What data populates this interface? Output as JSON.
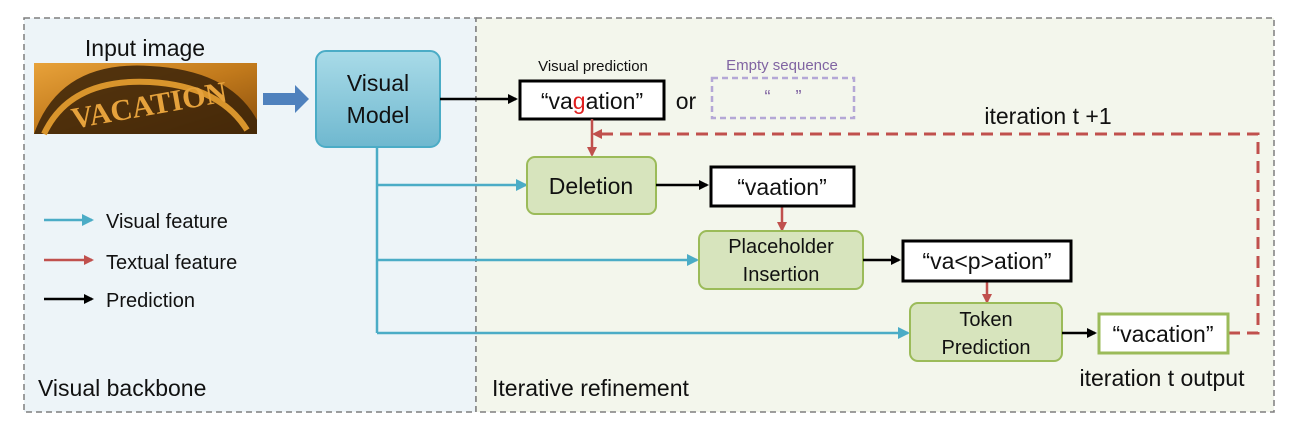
{
  "left_panel": {
    "input_label": "Input image",
    "image_text": "VACATION",
    "visual_model": [
      "Visual",
      "Model"
    ],
    "section_label": "Visual backbone"
  },
  "legend": [
    {
      "label": "Visual feature",
      "color": "#4bacc6"
    },
    {
      "label": "Textual feature",
      "color": "#c0504d"
    },
    {
      "label": "Prediction",
      "color": "#000000"
    }
  ],
  "right_panel": {
    "section_label": "Iterative refinement",
    "visual_prediction_label": "Visual prediction",
    "visual_prediction": {
      "prefix": "“va",
      "highlight": "g",
      "suffix": "ation”"
    },
    "or_label": "or",
    "empty_label": "Empty sequence",
    "empty_value": "“     ”",
    "deletion": "Deletion",
    "deletion_output": "“vaation”",
    "placeholder": [
      "Placeholder",
      "Insertion"
    ],
    "placeholder_output": "“va<p>ation”",
    "token": [
      "Token",
      "Prediction"
    ],
    "final_output": "“vacation”",
    "iteration_next": "iteration t +1",
    "iteration_output": "iteration t output"
  },
  "colors": {
    "visual": "#4bacc6",
    "textual": "#c0504d",
    "highlight": "#e02020",
    "model_fill": "#92cddc",
    "module_fill": "#d7e4bd",
    "module_border": "#9bbb59",
    "empty_border": "#b4a7d6",
    "empty_text": "#8064a2"
  }
}
